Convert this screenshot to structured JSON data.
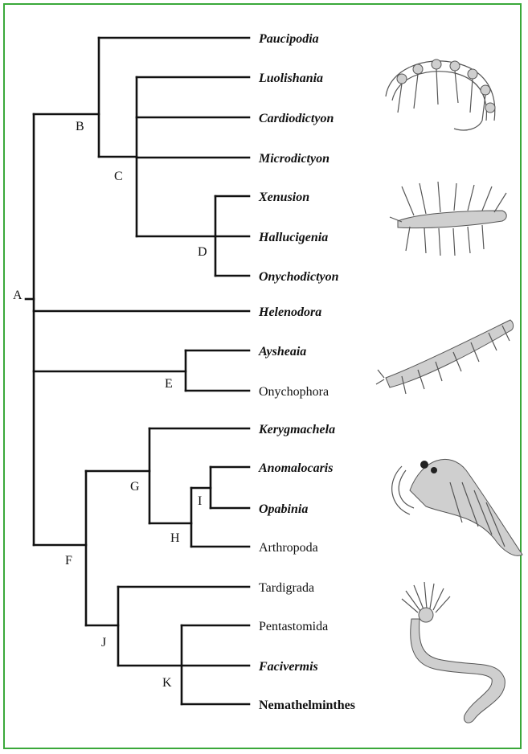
{
  "frame": {
    "border_color": "#3aa83a"
  },
  "taxa": [
    {
      "id": "paucipodia",
      "label": "Paucipodia",
      "style": "italic"
    },
    {
      "id": "luolishania",
      "label": "Luolishania",
      "style": "italic"
    },
    {
      "id": "cardiodictyon",
      "label": "Cardiodictyon",
      "style": "italic"
    },
    {
      "id": "microdictyon",
      "label": "Microdictyon",
      "style": "italic"
    },
    {
      "id": "xenusion",
      "label": "Xenusion",
      "style": "italic"
    },
    {
      "id": "hallucigenia",
      "label": "Hallucigenia",
      "style": "italic"
    },
    {
      "id": "onychodictyon",
      "label": "Onychodictyon",
      "style": "italic"
    },
    {
      "id": "helenodora",
      "label": "Helenodora",
      "style": "italic"
    },
    {
      "id": "aysheaia",
      "label": "Aysheaia",
      "style": "italic"
    },
    {
      "id": "onychophora",
      "label": "Onychophora",
      "style": "plain"
    },
    {
      "id": "kerygmachela",
      "label": "Kerygmachela",
      "style": "italic"
    },
    {
      "id": "anomalocaris",
      "label": "Anomalocaris",
      "style": "italic"
    },
    {
      "id": "opabinia",
      "label": "Opabinia",
      "style": "italic"
    },
    {
      "id": "arthropoda",
      "label": "Arthropoda",
      "style": "plain"
    },
    {
      "id": "tardigrada",
      "label": "Tardigrada",
      "style": "plain"
    },
    {
      "id": "pentastomida",
      "label": "Pentastomida",
      "style": "plain"
    },
    {
      "id": "facivermis",
      "label": "Facivermis",
      "style": "italic"
    },
    {
      "id": "nemathelminthes",
      "label": "Nemathelminthes",
      "style": "bold"
    }
  ],
  "nodes": [
    {
      "id": "A",
      "label": "A"
    },
    {
      "id": "B",
      "label": "B"
    },
    {
      "id": "C",
      "label": "C"
    },
    {
      "id": "D",
      "label": "D"
    },
    {
      "id": "E",
      "label": "E"
    },
    {
      "id": "F",
      "label": "F"
    },
    {
      "id": "G",
      "label": "G"
    },
    {
      "id": "H",
      "label": "H"
    },
    {
      "id": "I",
      "label": "I"
    },
    {
      "id": "J",
      "label": "J"
    },
    {
      "id": "K",
      "label": "K"
    }
  ],
  "illustrations": [
    {
      "id": "lobopodian-curled",
      "icon": "curled-lobopodian-icon"
    },
    {
      "id": "spiny-lobopodian",
      "icon": "spiny-lobopodian-icon"
    },
    {
      "id": "velvet-worm",
      "icon": "velvet-worm-icon"
    },
    {
      "id": "anomalocaridid",
      "icon": "anomalocaridid-icon"
    },
    {
      "id": "tentacled-worm",
      "icon": "tentacled-worm-icon"
    }
  ]
}
